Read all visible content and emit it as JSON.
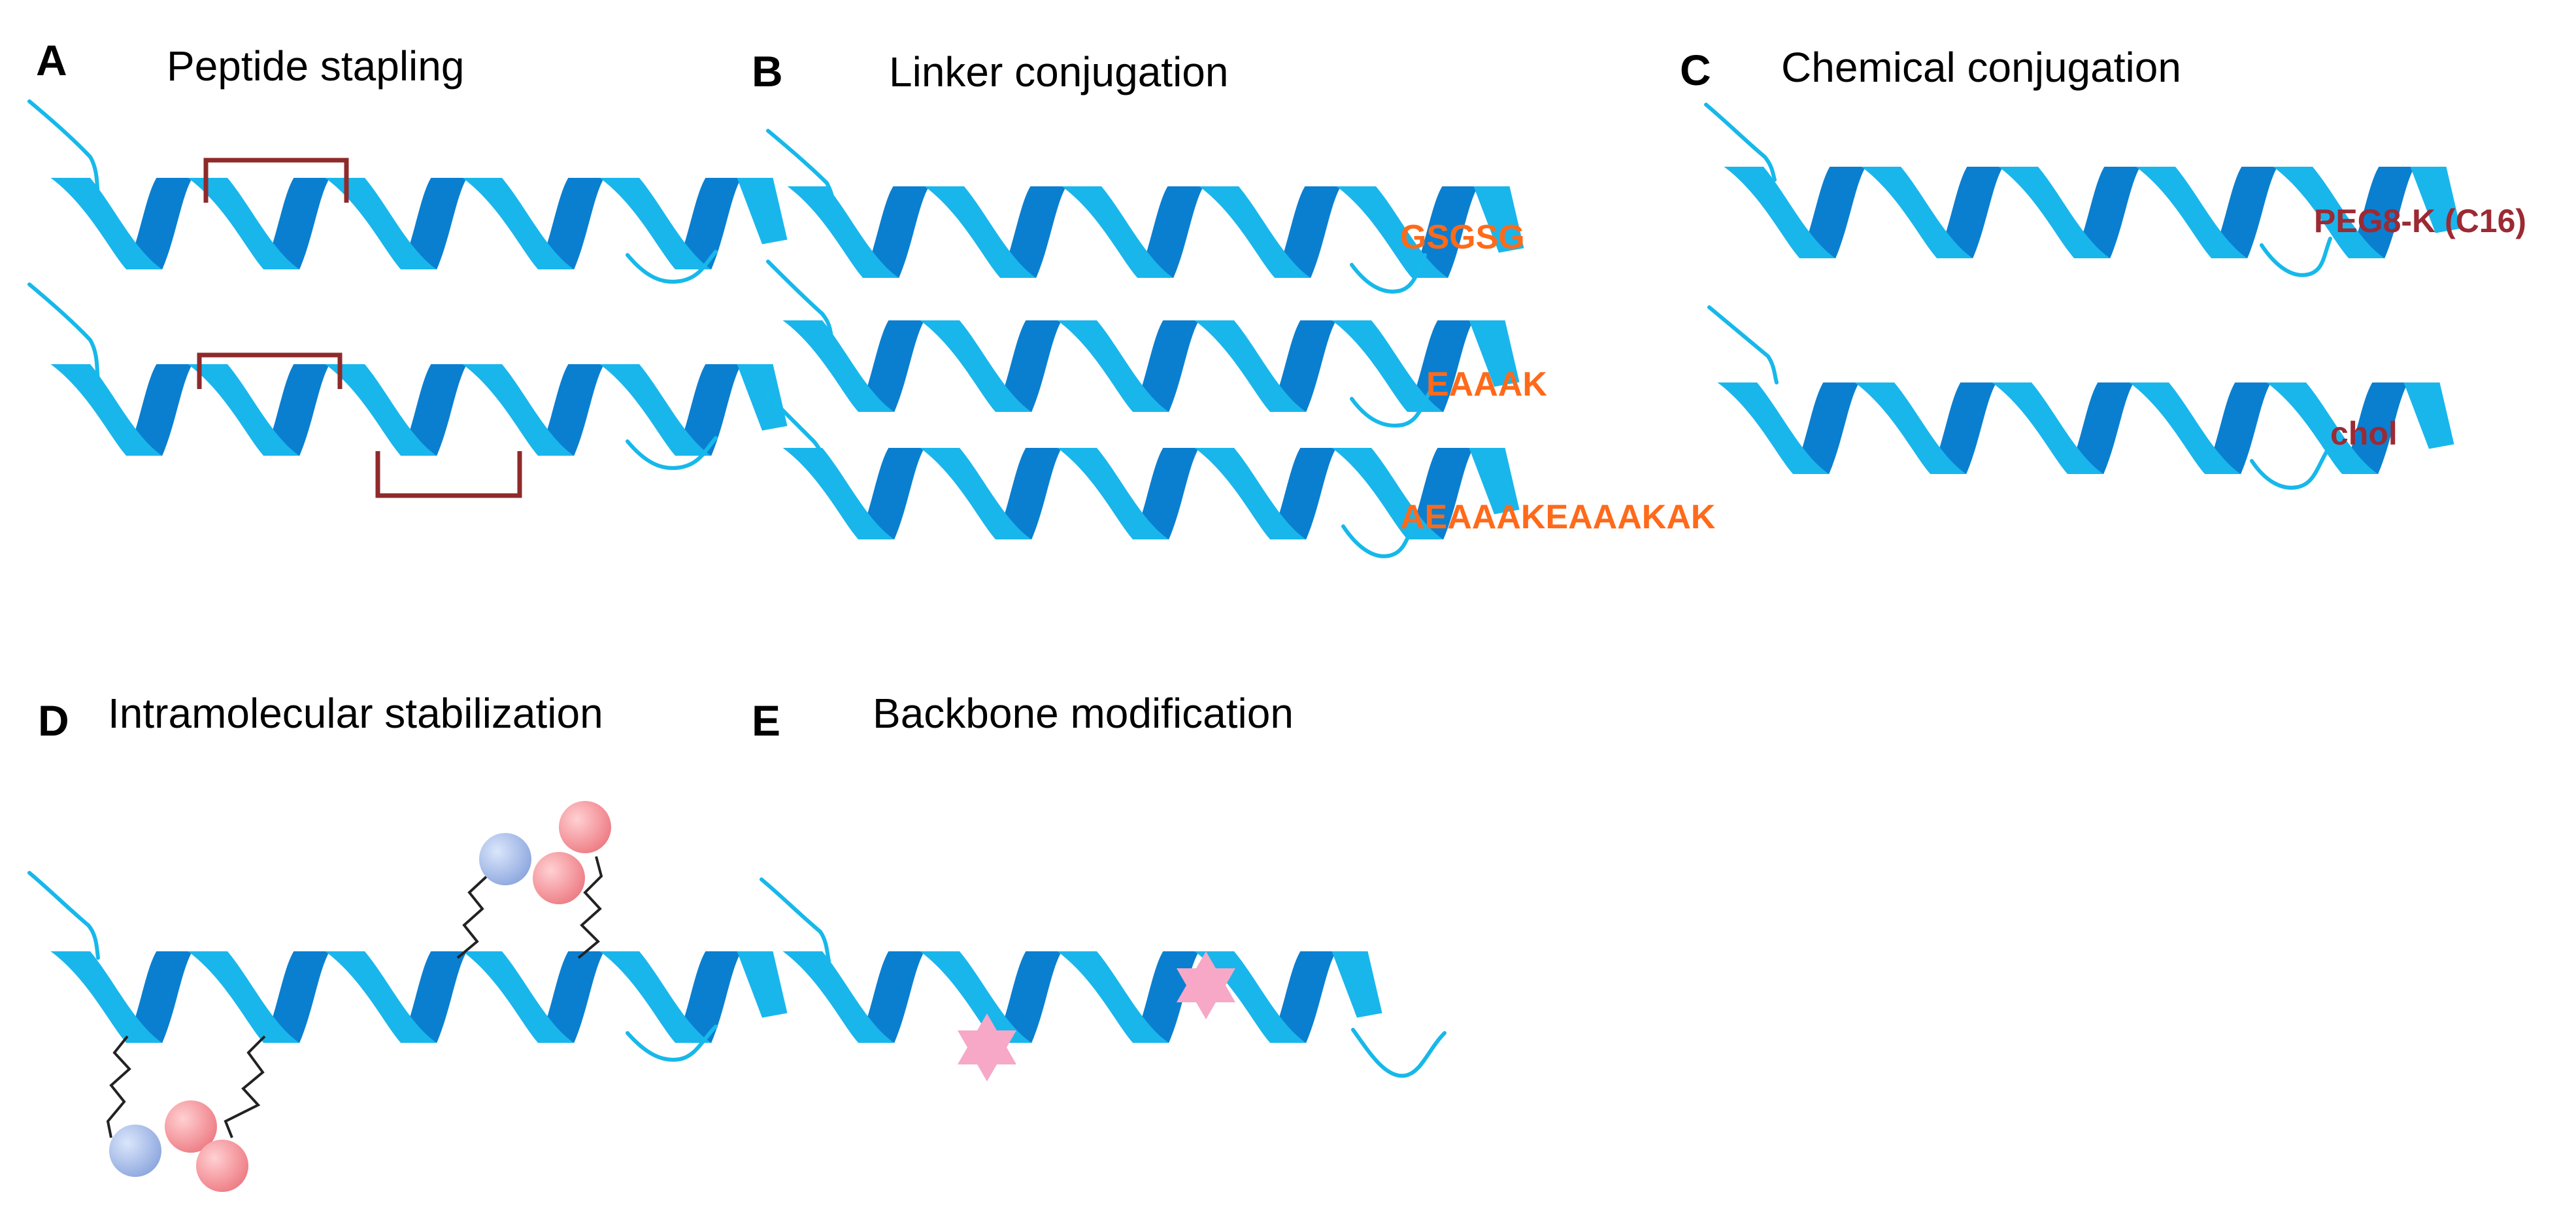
{
  "panels": {
    "a": {
      "letter": "A",
      "title": "Peptide stapling"
    },
    "b": {
      "letter": "B",
      "title": "Linker conjugation"
    },
    "c": {
      "letter": "C",
      "title": "Chemical conjugation"
    },
    "d": {
      "letter": "D",
      "title": "Intramolecular stabilization"
    },
    "e": {
      "letter": "E",
      "title": "Backbone modification"
    }
  },
  "linkers": {
    "gsgsg": "GSGSG",
    "eaaak": "EAAAK",
    "long": "AEAAAKEAAAKAK"
  },
  "conjugates": {
    "peg": "PEG8-K (C16)",
    "chol": "chol"
  },
  "colors": {
    "helix_light": "#19b6ec",
    "helix_dark": "#0a7fd0",
    "tail": "#17b8ea",
    "staple": "#8f2a2a",
    "linker_label": "#ff6a1a",
    "conjugate_label": "#9b2a33",
    "sphere_blue": "#a9bfea",
    "sphere_red": "#f49a9f",
    "star": "#f6a8c6"
  }
}
